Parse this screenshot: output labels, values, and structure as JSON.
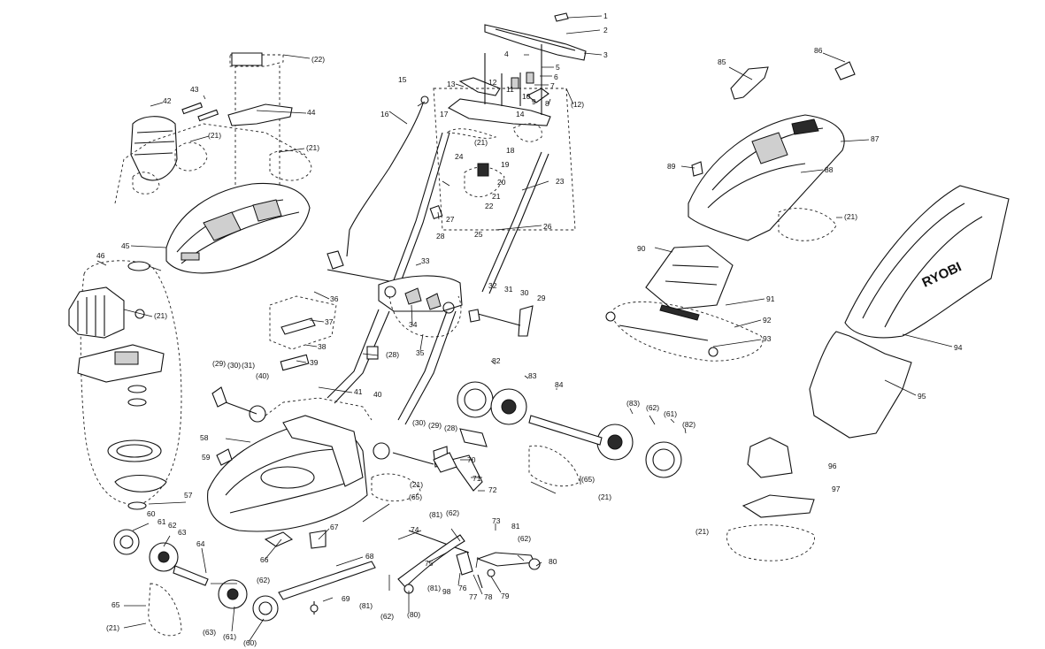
{
  "brand_text": "RYOBI",
  "callouts": {
    "c1": "1",
    "c2": "2",
    "c3": "3",
    "c4": "4",
    "c5": "5",
    "c6": "6",
    "c7": "7",
    "c8": "8",
    "c9": "9",
    "c10": "10",
    "c11": "11",
    "c12": "12",
    "c12p": "(12)",
    "c13": "13",
    "c14": "14",
    "c15": "15",
    "c16": "16",
    "c17": "17",
    "c18": "18",
    "c19": "19",
    "c20": "20",
    "c21a": "(21)",
    "c21b": "21",
    "c21c": "(21)",
    "c21d": "(21)",
    "c21e": "(21)",
    "c21f": "(21)",
    "c21g": "(21)",
    "c21h": "(21)",
    "c21i": "(21)",
    "c22": "22",
    "c22p": "(22)",
    "c23": "23",
    "c24": "24",
    "c25": "25",
    "c26": "26",
    "c27": "27",
    "c28": "28",
    "c28p": "(28)",
    "c28q": "(28)",
    "c29": "29",
    "c29p": "(29)",
    "c29q": "(29)",
    "c30": "30",
    "c30p": "(30)",
    "c30q": "(30)",
    "c31": "31",
    "c31p": "(31)",
    "c32": "32",
    "c33": "33",
    "c34": "34",
    "c35": "35",
    "c36": "36",
    "c37": "37",
    "c38": "38",
    "c39": "39",
    "c40": "40",
    "c40p": "(40)",
    "c41": "41",
    "c42": "42",
    "c43": "43",
    "c44": "44",
    "c45": "45",
    "c46": "46",
    "c57": "57",
    "c58": "58",
    "c59": "59",
    "c60": "60",
    "c60p": "(60)",
    "c61": "61",
    "c61p": "(61)",
    "c61q": "(61)",
    "c62": "62",
    "c62p": "(62)",
    "c62q": "(62)",
    "c62r": "(62)",
    "c62s": "(62)",
    "c62t": "(62)",
    "c63": "63",
    "c63p": "(63)",
    "c64": "64",
    "c65": "65",
    "c65p": "(65)",
    "c65q": "(65)",
    "c66": "66",
    "c67": "67",
    "c68": "68",
    "c69": "69",
    "c70": "70",
    "c71": "71",
    "c72": "72",
    "c73": "73",
    "c74": "74",
    "c75": "75",
    "c76": "76",
    "c77": "77",
    "c78": "78",
    "c79": "79",
    "c80": "80",
    "c80p": "(80)",
    "c81": "81",
    "c81p": "(81)",
    "c81q": "(81)",
    "c81r": "(81)",
    "c82": "82",
    "c82p": "(82)",
    "c83": "83",
    "c83p": "(83)",
    "c84": "84",
    "c85": "85",
    "c86": "86",
    "c87": "87",
    "c88": "88",
    "c89": "89",
    "c90": "90",
    "c91": "91",
    "c92": "92",
    "c93": "93",
    "c94": "94",
    "c95": "95",
    "c96": "96",
    "c97": "97",
    "c98": "98"
  }
}
